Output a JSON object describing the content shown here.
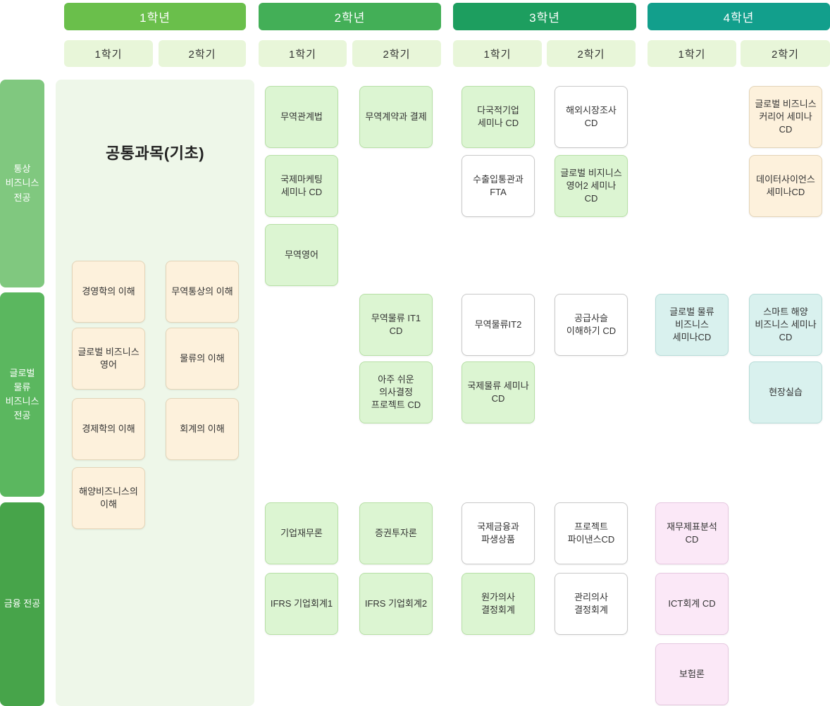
{
  "palette": {
    "year1": "#6abf4b",
    "year2": "#43af57",
    "year3": "#1d9e5f",
    "year4": "#129f8c",
    "semester_bg": "#e8f6d9",
    "track_trade": "#80c87f",
    "track_logistics": "#5bb75f",
    "track_finance": "#47a44a",
    "common_panel_bg": "#eef7e9",
    "card_green": "#dcf5d2",
    "card_white": "#ffffff",
    "card_cream": "#fdf1dc",
    "card_cyan": "#d9f1ee",
    "card_pink": "#fbe8f7"
  },
  "years": [
    {
      "label": "1학년"
    },
    {
      "label": "2학년"
    },
    {
      "label": "3학년"
    },
    {
      "label": "4학년"
    }
  ],
  "semesters": [
    "1학기",
    "2학기",
    "1학기",
    "2학기",
    "1학기",
    "2학기",
    "1학기",
    "2학기"
  ],
  "tracks": [
    {
      "label": "통상 비즈니스 전공"
    },
    {
      "label": "글로벌 물류 비즈니스 전공"
    },
    {
      "label": "금융 전공"
    }
  ],
  "common": {
    "title": "공통과목(기초)",
    "courses": [
      {
        "label": "경영학의 이해",
        "type": "cream"
      },
      {
        "label": "글로벌 비즈니스 영어",
        "type": "cream"
      },
      {
        "label": "경제학의 이해",
        "type": "cream"
      },
      {
        "label": "해양비즈니스의 이해",
        "type": "cream"
      },
      {
        "label": "무역통상의 이해",
        "type": "cream"
      },
      {
        "label": "물류의 이해",
        "type": "cream"
      },
      {
        "label": "회계의 이해",
        "type": "cream"
      }
    ]
  },
  "courses": [
    {
      "label": "무역관계법",
      "type": "green",
      "year": 2,
      "semester": 1
    },
    {
      "label": "국제마케팅 세미나 CD",
      "type": "green",
      "year": 2,
      "semester": 1
    },
    {
      "label": "무역영어",
      "type": "green",
      "year": 2,
      "semester": 1
    },
    {
      "label": "기업재무론",
      "type": "green",
      "year": 2,
      "semester": 1
    },
    {
      "label": "IFRS 기업회계1",
      "type": "green",
      "year": 2,
      "semester": 1
    },
    {
      "label": "무역계약과 결제",
      "type": "green",
      "year": 2,
      "semester": 2
    },
    {
      "label": "무역물류 IT1 CD",
      "type": "green",
      "year": 2,
      "semester": 2
    },
    {
      "label": "아주 쉬운 의사결정 프로젝트 CD",
      "type": "green",
      "year": 2,
      "semester": 2
    },
    {
      "label": "증권투자론",
      "type": "green",
      "year": 2,
      "semester": 2
    },
    {
      "label": "IFRS 기업회계2",
      "type": "green",
      "year": 2,
      "semester": 2
    },
    {
      "label": "다국적기업 세미나 CD",
      "type": "green",
      "year": 3,
      "semester": 1
    },
    {
      "label": "수출입통관과 FTA",
      "type": "white",
      "year": 3,
      "semester": 1
    },
    {
      "label": "무역물류IT2",
      "type": "white",
      "year": 3,
      "semester": 1
    },
    {
      "label": "국제물류 세미나 CD",
      "type": "green",
      "year": 3,
      "semester": 1
    },
    {
      "label": "국제금융과 파생상품",
      "type": "white",
      "year": 3,
      "semester": 1
    },
    {
      "label": "원가의사 결정회계",
      "type": "green",
      "year": 3,
      "semester": 1
    },
    {
      "label": "해외시장조사 CD",
      "type": "white",
      "year": 3,
      "semester": 2
    },
    {
      "label": "글로벌 비지니스 영어2 세미나 CD",
      "type": "green",
      "year": 3,
      "semester": 2
    },
    {
      "label": "공급사슬 이해하기 CD",
      "type": "white",
      "year": 3,
      "semester": 2
    },
    {
      "label": "프로젝트 파이낸스CD",
      "type": "white",
      "year": 3,
      "semester": 2
    },
    {
      "label": "관리의사 결정회계",
      "type": "white",
      "year": 3,
      "semester": 2
    },
    {
      "label": "글로벌 물류 비즈니스 세미나CD",
      "type": "cyan",
      "year": 4,
      "semester": 1
    },
    {
      "label": "재무제표분석 CD",
      "type": "pink",
      "year": 4,
      "semester": 1
    },
    {
      "label": "ICT회계 CD",
      "type": "pink",
      "year": 4,
      "semester": 1
    },
    {
      "label": "보험론",
      "type": "pink",
      "year": 4,
      "semester": 1
    },
    {
      "label": "글로벌 비즈니스 커리어 세미나 CD",
      "type": "cream",
      "year": 4,
      "semester": 2
    },
    {
      "label": "데이터사이언스 세미나CD",
      "type": "cream",
      "year": 4,
      "semester": 2
    },
    {
      "label": "스마트 해양 비즈니스 세미나 CD",
      "type": "cyan",
      "year": 4,
      "semester": 2
    },
    {
      "label": "현장실습",
      "type": "cyan",
      "year": 4,
      "semester": 2
    }
  ]
}
